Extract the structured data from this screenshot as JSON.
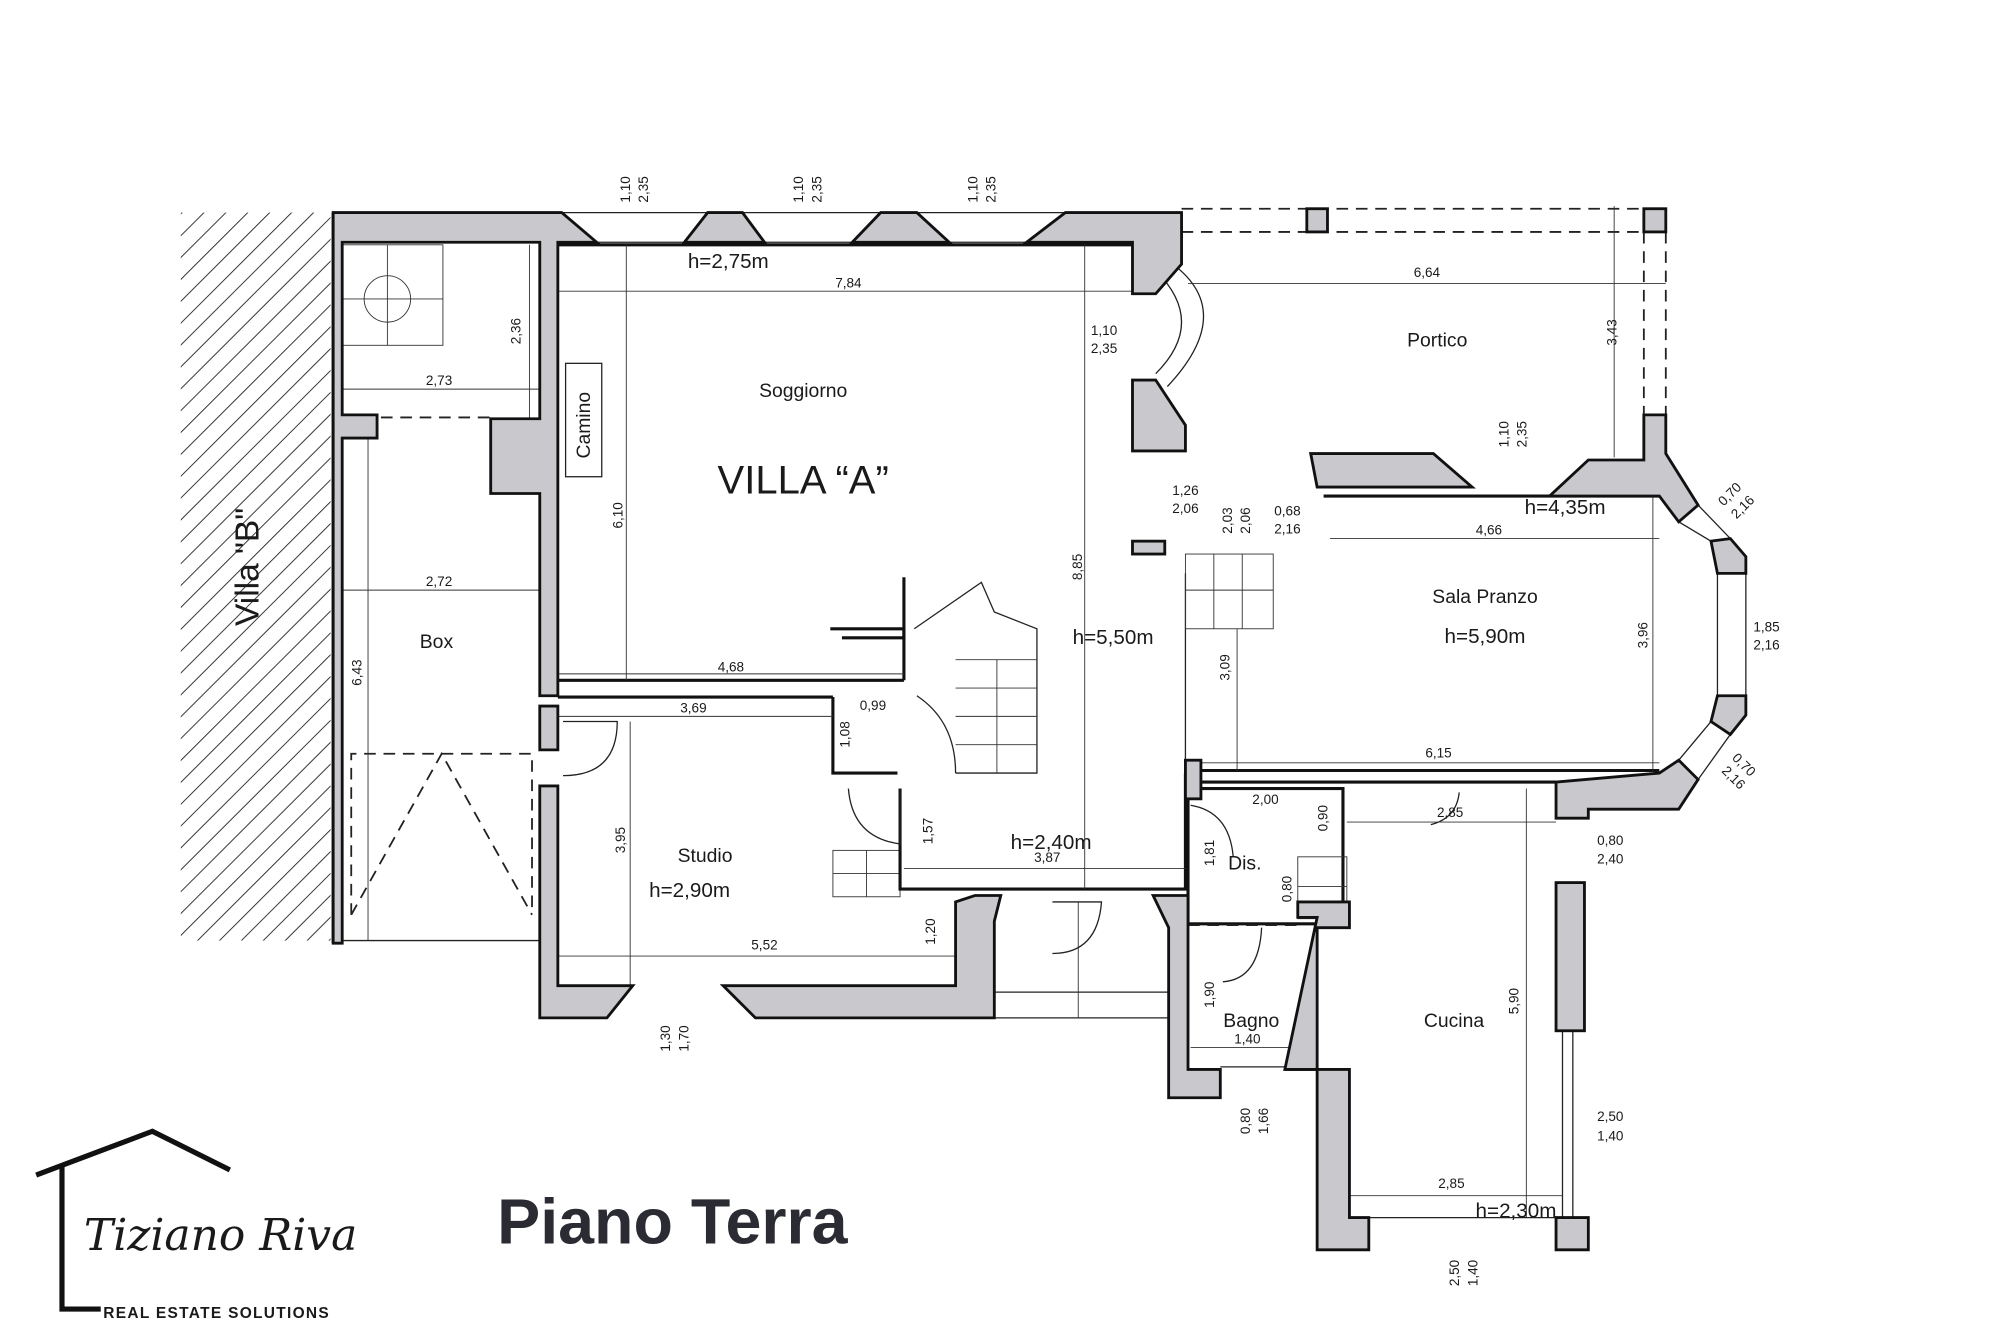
{
  "title": "Piano Terra",
  "rooms": {
    "villa_a": "VILLA “A”",
    "villa_b": "Villa \"B\"",
    "soggiorno": "Soggiorno",
    "camino": "Camino",
    "box": "Box",
    "portico": "Portico",
    "sala_pranzo": "Sala Pranzo",
    "studio": "Studio",
    "dis": "Dis.",
    "bagno": "Bagno",
    "cucina": "Cucina"
  },
  "heights": {
    "soggiorno": "h=2,75m",
    "ingresso": "h=5,50m",
    "portico": "h=4,35m",
    "sala_pranzo": "h=5,90m",
    "studio": "h=2,90m",
    "disimpegno": "h=2,40m",
    "cucina": "h=2,30m"
  },
  "dims": [
    "1,10",
    "2,35",
    "1,10",
    "2,35",
    "1,10",
    "2,35",
    "7,84",
    "1,10",
    "2,35",
    "2,36",
    "2,73",
    "6,10",
    "2,72",
    "6,43",
    "4,68",
    "3,69",
    "0,99",
    "1,08",
    "8,85",
    "6,64",
    "3,43",
    "1,10",
    "2,35",
    "1,26",
    "2,06",
    "2,03",
    "2,06",
    "0,68",
    "2,16",
    "4,66",
    "0,70",
    "2,16",
    "3,96",
    "1,85",
    "2,16",
    "3,09",
    "6,15",
    "0,70",
    "2,16",
    "2,00",
    "0,90",
    "2,85",
    "0,80",
    "2,40",
    "3,95",
    "1,57",
    "3,87",
    "1,81",
    "0,80",
    "1,20",
    "5,52",
    "1,90",
    "1,40",
    "5,90",
    "1,30",
    "1,70",
    "0,80",
    "1,66",
    "2,50",
    "1,40",
    "2,85",
    "2,50",
    "1,40"
  ],
  "logo": {
    "name": "Tiziano Riva",
    "tagline": "REAL ESTATE SOLUTIONS"
  }
}
